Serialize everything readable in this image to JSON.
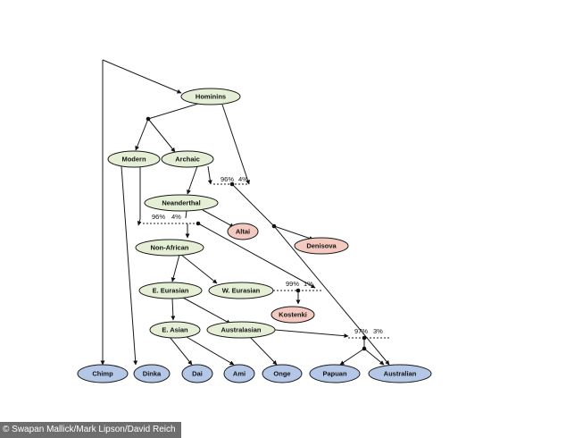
{
  "diagram": {
    "nodes": [
      {
        "id": "hominins",
        "label": "Hominins",
        "kind": "internal"
      },
      {
        "id": "modern",
        "label": "Modern",
        "kind": "internal"
      },
      {
        "id": "archaic",
        "label": "Archaic",
        "kind": "internal"
      },
      {
        "id": "neanderthal",
        "label": "Neanderthal",
        "kind": "internal"
      },
      {
        "id": "non_african",
        "label": "Non-African",
        "kind": "internal"
      },
      {
        "id": "e_eurasian",
        "label": "E. Eurasian",
        "kind": "internal"
      },
      {
        "id": "w_eurasian",
        "label": "W. Eurasian",
        "kind": "internal"
      },
      {
        "id": "e_asian",
        "label": "E. Asian",
        "kind": "internal"
      },
      {
        "id": "australasian",
        "label": "Australasian",
        "kind": "internal"
      },
      {
        "id": "altai",
        "label": "Altai",
        "kind": "archaic-sample"
      },
      {
        "id": "denisova",
        "label": "Denisova",
        "kind": "archaic-sample"
      },
      {
        "id": "kostenki",
        "label": "Kostenki",
        "kind": "archaic-sample"
      },
      {
        "id": "chimp",
        "label": "Chimp",
        "kind": "leaf"
      },
      {
        "id": "dinka",
        "label": "Dinka",
        "kind": "leaf"
      },
      {
        "id": "dai",
        "label": "Dai",
        "kind": "leaf"
      },
      {
        "id": "ami",
        "label": "Ami",
        "kind": "leaf"
      },
      {
        "id": "onge",
        "label": "Onge",
        "kind": "leaf"
      },
      {
        "id": "papuan",
        "label": "Papuan",
        "kind": "leaf"
      },
      {
        "id": "australian",
        "label": "Australian",
        "kind": "leaf"
      }
    ],
    "admixture_labels": [
      {
        "id": "m1a",
        "text": "96%"
      },
      {
        "id": "m1b",
        "text": "4%"
      },
      {
        "id": "m2a",
        "text": "96%"
      },
      {
        "id": "m2b",
        "text": "4%"
      },
      {
        "id": "m3a",
        "text": "99%"
      },
      {
        "id": "m3b",
        "text": "1%"
      },
      {
        "id": "m4a",
        "text": "97%"
      },
      {
        "id": "m4b",
        "text": "3%"
      }
    ],
    "colors": {
      "internal_fill": "#e4efd6",
      "archaic_fill": "#f3c9c0",
      "leaf_fill": "#b4c7e7",
      "stroke": "#1a1a1a"
    }
  },
  "credit": "© Swapan Mallick/Mark Lipson/David Reich"
}
